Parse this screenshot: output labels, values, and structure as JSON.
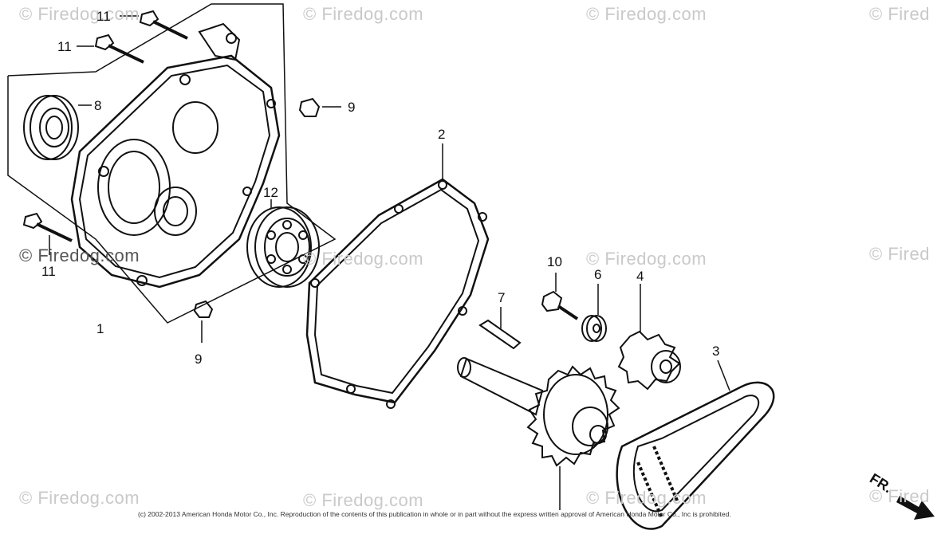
{
  "watermarks": [
    "© Firedog.com",
    "© Firedog.com",
    "© Firedog.com",
    "© Fired",
    "© Firedog.com",
    "© Firedog.com",
    "© Firedog.com",
    "© Fired",
    "© Firedog.com",
    "© Firedog.com",
    "© Firedog.com",
    "© Fired"
  ],
  "callouts": {
    "c1": "1",
    "c2": "2",
    "c3": "3",
    "c4": "4",
    "c6": "6",
    "c7": "7",
    "c8": "8",
    "c9a": "9",
    "c9b": "9",
    "c10": "10",
    "c11a": "11",
    "c11b": "11",
    "c11c": "11",
    "c12": "12"
  },
  "copyright": "(c) 2002-2013 American Honda Motor Co., Inc. Reproduction of the contents of this publication in whole or in part without the express written approval of American Honda Motor Co., Inc is prohibited.",
  "direction_label": "FR.",
  "colors": {
    "line": "#111111",
    "watermark": "#c9c9c9",
    "background": "#ffffff"
  }
}
